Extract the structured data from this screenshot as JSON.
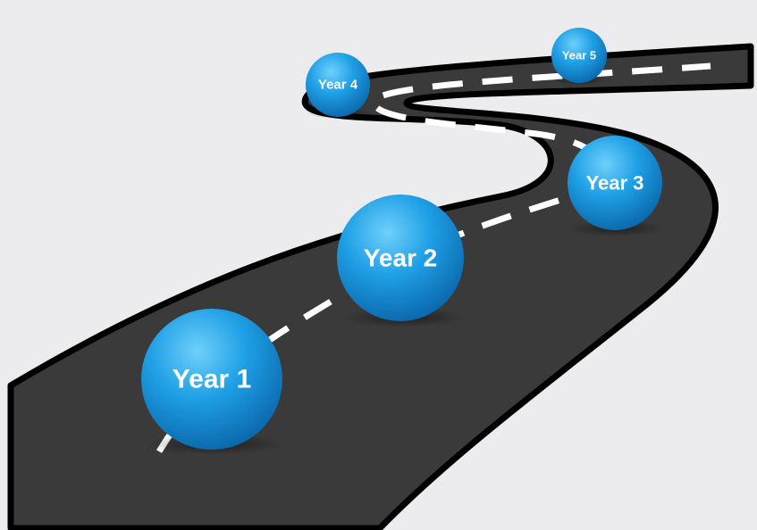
{
  "colors": {
    "background": "#ececee",
    "road": "#3a3a3a",
    "road_edge": "#000000",
    "lane_marking": "#ffffff",
    "milestone_light": "#4fc3f7",
    "milestone_mid": "#1e9be0",
    "milestone_dark": "#0a6fb4"
  },
  "milestones": [
    {
      "id": "year-1",
      "label": "Year 1"
    },
    {
      "id": "year-2",
      "label": "Year 2"
    },
    {
      "id": "year-3",
      "label": "Year 3"
    },
    {
      "id": "year-4",
      "label": "Year 4"
    },
    {
      "id": "year-5",
      "label": "Year 5"
    }
  ]
}
